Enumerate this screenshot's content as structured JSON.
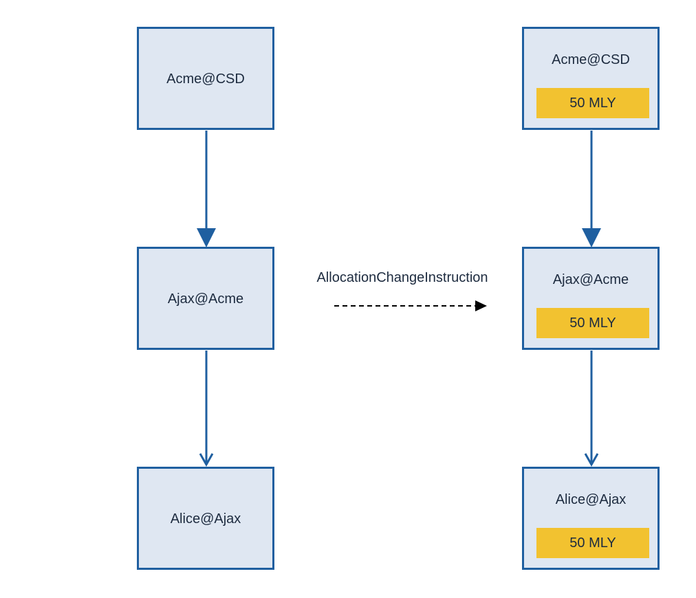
{
  "colors": {
    "node_border": "#1f5fa0",
    "node_fill": "#dfe7f2",
    "badge_fill": "#f2c230",
    "arrow": "#1f5fa0",
    "instruction_arrow": "#000000"
  },
  "before": {
    "nodes": [
      {
        "name": "Acme@CSD"
      },
      {
        "name": "Ajax@Acme"
      },
      {
        "name": "Alice@Ajax"
      }
    ]
  },
  "instruction": {
    "label": "AllocationChangeInstruction"
  },
  "after": {
    "nodes": [
      {
        "name": "Acme@CSD",
        "allocation": "50 MLY"
      },
      {
        "name": "Ajax@Acme",
        "allocation": "50 MLY"
      },
      {
        "name": "Alice@Ajax",
        "allocation": "50 MLY"
      }
    ]
  }
}
